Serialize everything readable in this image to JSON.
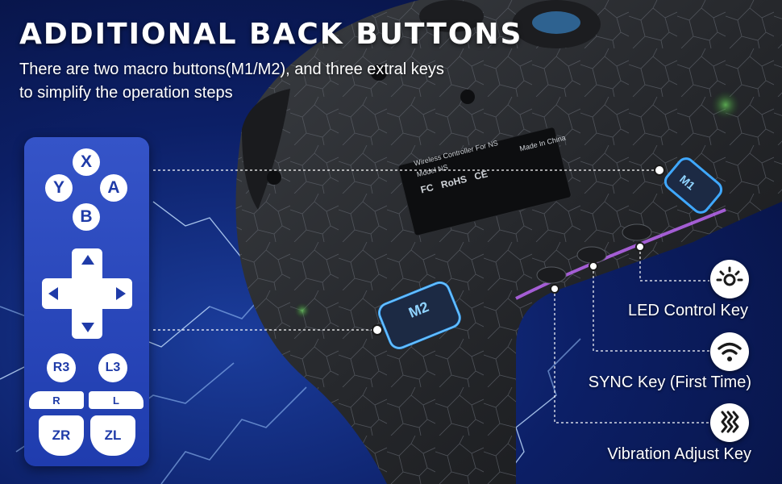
{
  "headline": "ADDITIONAL BACK BUTTONS",
  "subhead": "There are two macro buttons(M1/M2), and three extral keys to simplify the operation steps",
  "layout": {
    "face_buttons": [
      "X",
      "Y",
      "A",
      "B"
    ],
    "stick_buttons": [
      "R3",
      "L3"
    ],
    "bumpers": [
      "R",
      "L"
    ],
    "triggers": [
      "ZR",
      "ZL"
    ]
  },
  "controller": {
    "macro_buttons": [
      "M1",
      "M2"
    ],
    "sticker": {
      "line1": "Wireless Controller For NS",
      "line2": "Model NS",
      "made_in": "Made In China",
      "rohs": "RoHS",
      "ce": "CE",
      "fc": "FC"
    }
  },
  "keys": [
    {
      "label": "LED Control Key",
      "icon": "sun-icon"
    },
    {
      "label": "SYNC Key (First Time)",
      "icon": "wifi-icon"
    },
    {
      "label": "Vibration Adjust Key",
      "icon": "vibration-icon"
    }
  ],
  "colors": {
    "background": "#0c1f66",
    "panel": "#2a47bf",
    "glow": "#3fa8ff",
    "icon_fg": "#1a1a1a"
  }
}
